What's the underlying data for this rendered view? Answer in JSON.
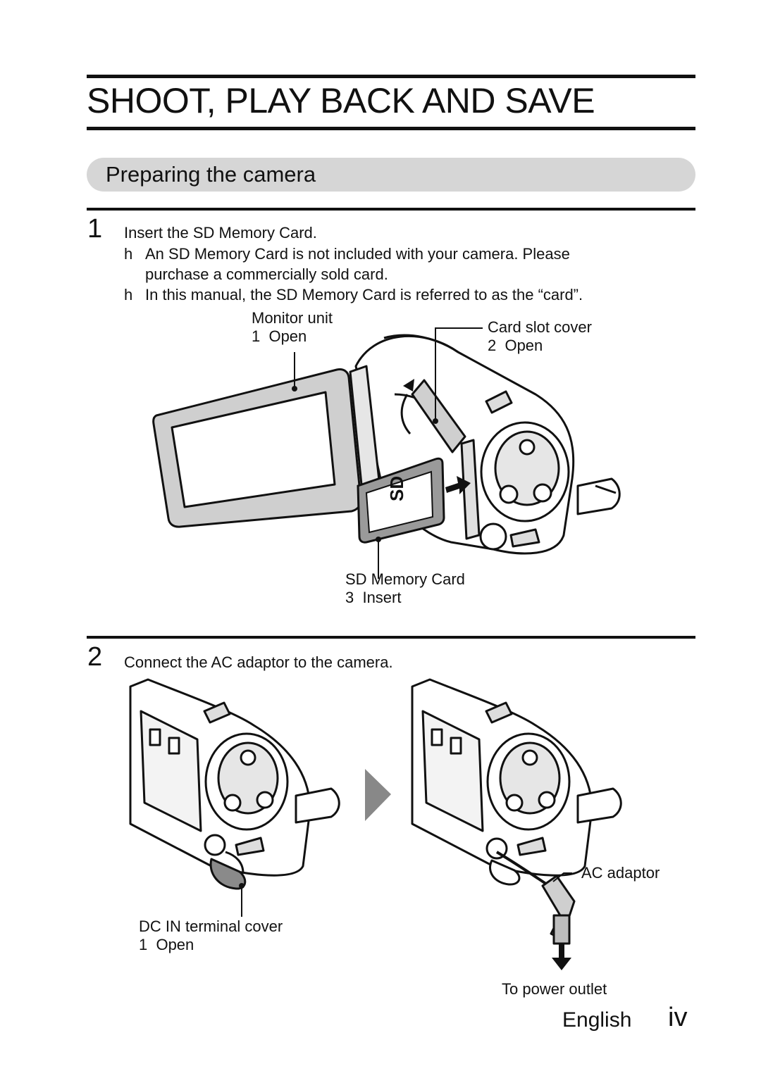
{
  "header": {
    "title": "SHOOT, PLAY BACK AND SAVE"
  },
  "section": {
    "title": "Preparing the camera"
  },
  "steps": [
    {
      "number": "1",
      "text": "Insert the SD Memory Card.",
      "notes": [
        {
          "mark": "h",
          "lines": [
            "An SD Memory Card is not included with your camera. Please",
            "purchase a commercially sold card."
          ]
        },
        {
          "mark": "h",
          "lines": [
            "In this manual, the SD Memory Card is referred to as the “card”."
          ]
        }
      ],
      "callouts": {
        "monitor": {
          "name": "Monitor unit",
          "action": "1  Open"
        },
        "card_slot": {
          "name": "Card slot cover",
          "action": "2  Open"
        },
        "sd_card": {
          "name": "SD Memory Card",
          "action": "3  Insert"
        }
      }
    },
    {
      "number": "2",
      "text": "Connect the AC adaptor to the camera.",
      "callouts": {
        "dc_in": {
          "name": "DC IN terminal cover",
          "action": "1  Open"
        },
        "ac_adaptor": {
          "name": "AC adaptor"
        },
        "power": {
          "name": "To power outlet"
        }
      }
    }
  ],
  "footer": {
    "language": "English",
    "page": "iv"
  },
  "icons": [
    "sd-card-icon",
    "arrow-right-icon",
    "arrow-down-icon",
    "play-triangle-icon"
  ]
}
